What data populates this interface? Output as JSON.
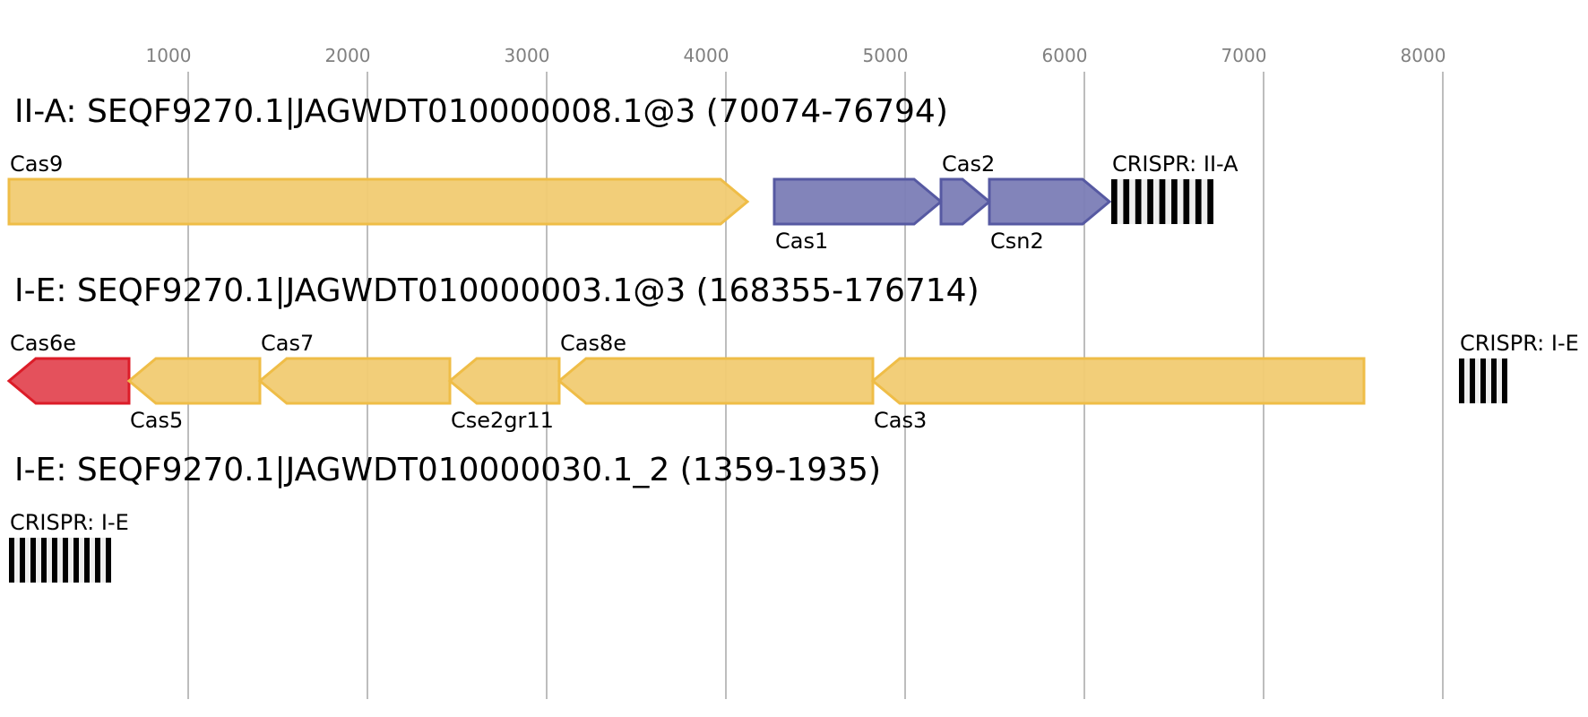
{
  "axis": {
    "unit": "bp",
    "ticks": [
      1000,
      2000,
      3000,
      4000,
      5000,
      6000,
      7000,
      8000
    ],
    "grid": true
  },
  "colors": {
    "effector": {
      "fill": "#f1cb72",
      "stroke": "#efbd47"
    },
    "adaptation": {
      "fill": "#7b7db6",
      "stroke": "#5659a2"
    },
    "processing": {
      "fill": "#e34853",
      "stroke": "#dc1c28"
    },
    "crispr_repeat": "#000000",
    "crispr_spacer": "#eeeeee",
    "tick_label": "#808080",
    "grid": "#bdbdbd"
  },
  "tracks": [
    {
      "title": "II-A: SEQF9270.1|JAGWDT010000008.1@3 (70074-76794)",
      "genes": [
        {
          "name": "Cas9",
          "start": 0,
          "end": 4120,
          "strand": "+",
          "category": "effector",
          "label_pos": "above"
        },
        {
          "name": "Cas1",
          "start": 4270,
          "end": 5200,
          "strand": "+",
          "category": "adaptation",
          "label_pos": "below"
        },
        {
          "name": "Cas2",
          "start": 5200,
          "end": 5470,
          "strand": "+",
          "category": "adaptation",
          "label_pos": "above"
        },
        {
          "name": "Csn2",
          "start": 5470,
          "end": 6140,
          "strand": "+",
          "category": "adaptation",
          "label_pos": "below"
        }
      ],
      "crisprs": [
        {
          "name": "CRISPR: II-A",
          "start": 6150,
          "end": 6720,
          "repeats": 9
        }
      ]
    },
    {
      "title": "I-E: SEQF9270.1|JAGWDT010000003.1@3 (168355-176714)",
      "genes": [
        {
          "name": "Cas6e",
          "start": 0,
          "end": 670,
          "strand": "-",
          "category": "processing",
          "label_pos": "above"
        },
        {
          "name": "Cas5",
          "start": 670,
          "end": 1400,
          "strand": "-",
          "category": "effector",
          "label_pos": "below"
        },
        {
          "name": "Cas7",
          "start": 1400,
          "end": 2460,
          "strand": "-",
          "category": "effector",
          "label_pos": "above"
        },
        {
          "name": "Cse2gr11",
          "start": 2460,
          "end": 3070,
          "strand": "-",
          "category": "effector",
          "label_pos": "below"
        },
        {
          "name": "Cas8e",
          "start": 3070,
          "end": 4820,
          "strand": "-",
          "category": "effector",
          "label_pos": "above"
        },
        {
          "name": "Cas3",
          "start": 4820,
          "end": 7560,
          "strand": "-",
          "category": "effector",
          "label_pos": "below"
        }
      ],
      "crisprs": [
        {
          "name": "CRISPR: I-E",
          "start": 8090,
          "end": 8360,
          "repeats": 5
        }
      ]
    },
    {
      "title": "I-E: SEQF9270.1|JAGWDT010000030.1_2 (1359-1935)",
      "genes": [],
      "crisprs": [
        {
          "name": "CRISPR: I-E",
          "start": 0,
          "end": 570,
          "repeats": 10
        }
      ]
    }
  ]
}
